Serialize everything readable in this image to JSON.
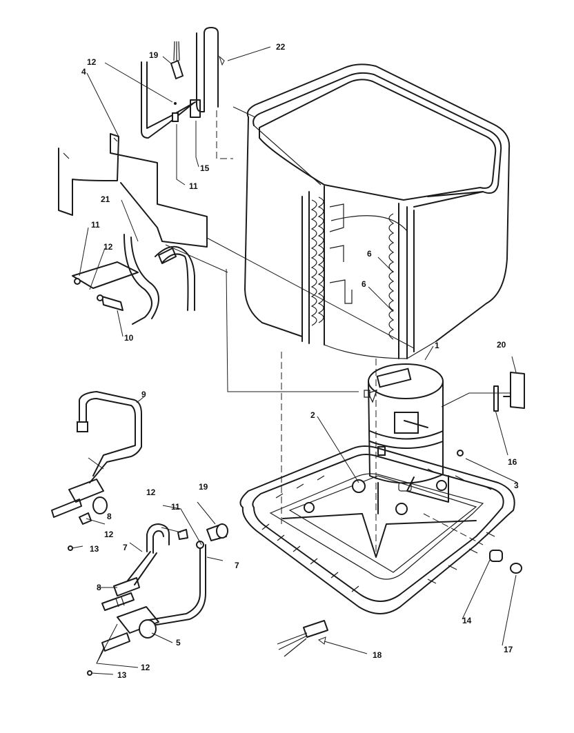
{
  "callouts": [
    {
      "id": "c1",
      "text": "1"
    },
    {
      "id": "c2",
      "text": "2"
    },
    {
      "id": "c3",
      "text": "3"
    },
    {
      "id": "c4",
      "text": "4"
    },
    {
      "id": "c5",
      "text": "5"
    },
    {
      "id": "c6a",
      "text": "6"
    },
    {
      "id": "c6b",
      "text": "6"
    },
    {
      "id": "c7a",
      "text": "7"
    },
    {
      "id": "c7b",
      "text": "7"
    },
    {
      "id": "c8a",
      "text": "8"
    },
    {
      "id": "c8b",
      "text": "8"
    },
    {
      "id": "c9",
      "text": "9"
    },
    {
      "id": "c10",
      "text": "10"
    },
    {
      "id": "c11a",
      "text": "11"
    },
    {
      "id": "c11b",
      "text": "11"
    },
    {
      "id": "c11c",
      "text": "11"
    },
    {
      "id": "c12a",
      "text": "12"
    },
    {
      "id": "c12b",
      "text": "12"
    },
    {
      "id": "c12c",
      "text": "12"
    },
    {
      "id": "c12d",
      "text": "12"
    },
    {
      "id": "c12e",
      "text": "12"
    },
    {
      "id": "c13a",
      "text": "13"
    },
    {
      "id": "c13b",
      "text": "13"
    },
    {
      "id": "c14",
      "text": "14"
    },
    {
      "id": "c15",
      "text": "15"
    },
    {
      "id": "c16",
      "text": "16"
    },
    {
      "id": "c17",
      "text": "17"
    },
    {
      "id": "c18",
      "text": "18"
    },
    {
      "id": "c19a",
      "text": "19"
    },
    {
      "id": "c19b",
      "text": "19"
    },
    {
      "id": "c20",
      "text": "20"
    },
    {
      "id": "c21",
      "text": "21"
    },
    {
      "id": "c22",
      "text": "22"
    }
  ]
}
